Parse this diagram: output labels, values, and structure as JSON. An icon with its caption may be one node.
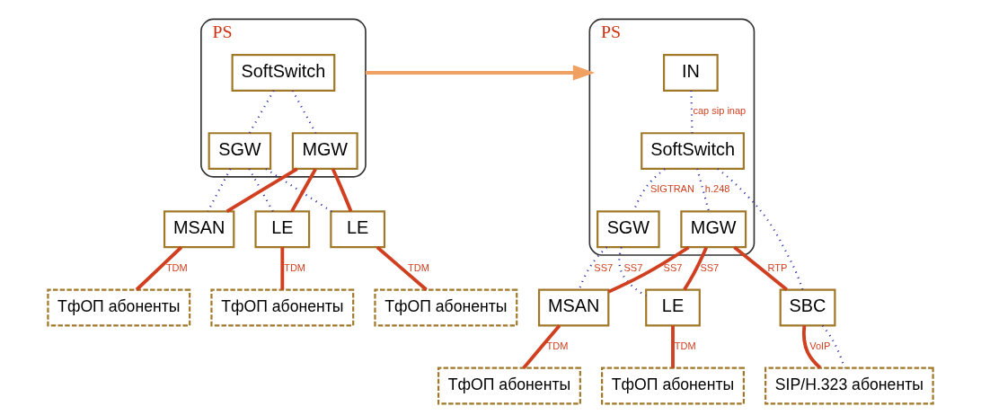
{
  "diagram": {
    "nodes": [
      {
        "text": [
          "PS"
        ]
      },
      {
        "text": [
          "SoftSwitch"
        ],
        "in": 0
      },
      {
        "text": [
          "SGW"
        ],
        "in": 0
      },
      {
        "text": [
          "MGW"
        ],
        "in": 0
      },
      {
        "text": [
          "MSAN"
        ]
      },
      {
        "text": [
          "LE"
        ]
      },
      {
        "text": [
          "LE"
        ]
      },
      {
        "text": [
          "ТфОП абоненты"
        ]
      },
      {
        "text": [
          "ТфОП абоненты"
        ]
      },
      {
        "text": [
          "ТфОП абоненты"
        ]
      },
      {
        "text": [
          "PS"
        ]
      },
      {
        "text": [
          "IN"
        ],
        "in": 10
      },
      {
        "text": [
          "SoftSwitch"
        ],
        "in": 10
      },
      {
        "text": [
          "SGW"
        ],
        "in": 10
      },
      {
        "text": [
          "MGW"
        ],
        "in": 10
      },
      {
        "text": [
          "SBC"
        ]
      },
      {
        "text": [
          "MSAN"
        ]
      },
      {
        "text": [
          "LE"
        ]
      },
      {
        "text": [
          "ТфОП абоненты"
        ]
      },
      {
        "text": [
          "SIP/H.323 абоненты"
        ]
      },
      {
        "text": [
          "ТфОП абоненты"
        ]
      }
    ],
    "edges": [
      {
        "from": 1,
        "to": 2,
        "arrow": "none",
        "style": "dashed",
        "color": "#2a2aa8"
      },
      {
        "from": 1,
        "to": 3,
        "arrow": "none",
        "style": "dashed",
        "color": "#2a2aa8"
      },
      {
        "from": 2,
        "to": 4,
        "arrow": "none",
        "style": "dashed",
        "color": "#2a2aa8"
      },
      {
        "from": 2,
        "to": 5,
        "arrow": "none",
        "style": "dashed",
        "color": "#2a2aa8"
      },
      {
        "from": 2,
        "to": 6,
        "arrow": "none",
        "style": "dashed",
        "color": "#2a2aa8"
      },
      {
        "from": 3,
        "to": 4,
        "arrow": "none",
        "color": "#d04020"
      },
      {
        "from": 3,
        "to": 5,
        "arrow": "none",
        "color": "#d04020"
      },
      {
        "from": 3,
        "to": 6,
        "arrow": "none",
        "color": "#d04020"
      },
      {
        "from": 4,
        "to": 7,
        "arrow": "none",
        "color": "#d04020",
        "label": "TDM"
      },
      {
        "from": 5,
        "to": 8,
        "arrow": "none",
        "color": "#d04020",
        "label": "TDM"
      },
      {
        "from": 6,
        "to": 9,
        "arrow": "none",
        "color": "#d04020",
        "label": "TDM"
      },
      {
        "from": 0,
        "to": 10,
        "arrow": "to",
        "color": "#f0a060"
      },
      {
        "from": 11,
        "to": 12,
        "arrow": "none",
        "style": "dashed",
        "color": "#2a2aa8",
        "label": "cap sip inap"
      },
      {
        "from": 12,
        "to": 13,
        "arrow": "none",
        "style": "dashed",
        "color": "#2a2aa8",
        "label": "SIGTRAN"
      },
      {
        "from": 12,
        "to": 14,
        "arrow": "none",
        "style": "dashed",
        "color": "#2a2aa8",
        "label": "h.248"
      },
      {
        "from": 12,
        "to": 15,
        "arrow": "none",
        "style": "dashed",
        "color": "#2a2aa8"
      },
      {
        "from": 13,
        "to": 16,
        "arrow": "none",
        "style": "dashed",
        "color": "#2a2aa8",
        "label": "SS7"
      },
      {
        "from": 13,
        "to": 17,
        "arrow": "none",
        "style": "dashed",
        "color": "#2a2aa8",
        "label": "SS7"
      },
      {
        "from": 14,
        "to": 16,
        "arrow": "none",
        "color": "#d04020",
        "label": "SS7"
      },
      {
        "from": 14,
        "to": 15,
        "arrow": "none",
        "color": "#d04020",
        "label": "RTP"
      },
      {
        "from": 14,
        "to": 17,
        "arrow": "none",
        "color": "#d04020",
        "label": "SS7"
      },
      {
        "from": 15,
        "to": 19,
        "arrow": "none",
        "color": "#d04020",
        "label": "VoIP"
      },
      {
        "from": 15,
        "to": 19,
        "arrow": "none",
        "style": "dashed",
        "color": "#2a2aa8"
      },
      {
        "from": 16,
        "to": 18,
        "arrow": "none",
        "color": "#d04020",
        "label": "TDM"
      },
      {
        "from": 17,
        "to": 20,
        "arrow": "none",
        "color": "#d04020",
        "label": "TDM"
      }
    ]
  }
}
